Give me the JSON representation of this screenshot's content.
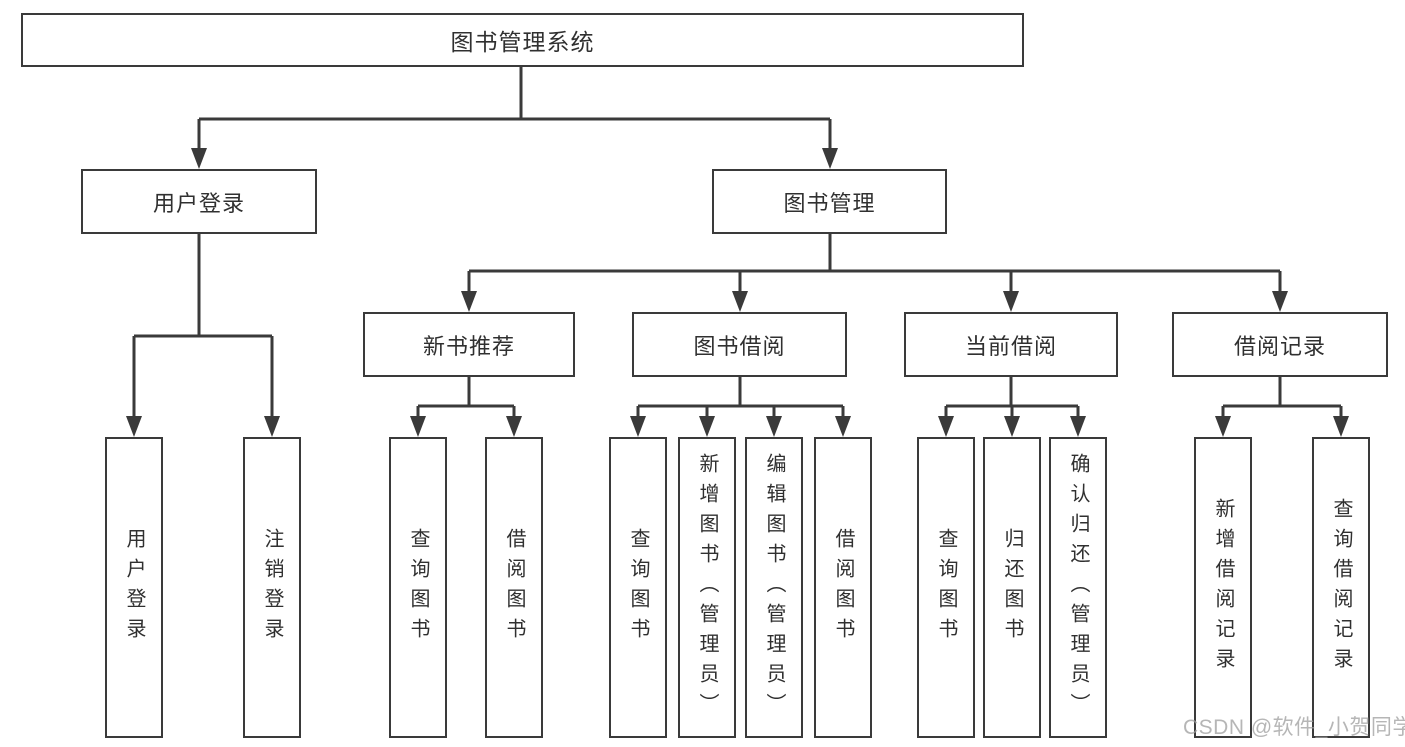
{
  "diagram": {
    "root": {
      "label": "图书管理系统"
    },
    "branches": [
      {
        "label": "用户登录",
        "children": [
          {
            "label": "用户登录"
          },
          {
            "label": "注销登录"
          }
        ]
      },
      {
        "label": "图书管理",
        "sections": [
          {
            "label": "新书推荐",
            "children": [
              {
                "label": "查询图书"
              },
              {
                "label": "借阅图书"
              }
            ]
          },
          {
            "label": "图书借阅",
            "children": [
              {
                "label": "查询图书"
              },
              {
                "label": "新增图书（管理员）"
              },
              {
                "label": "编辑图书（管理员）"
              },
              {
                "label": "借阅图书"
              }
            ]
          },
          {
            "label": "当前借阅",
            "children": [
              {
                "label": "查询图书"
              },
              {
                "label": "归还图书"
              },
              {
                "label": "确认归还（管理员）"
              }
            ]
          },
          {
            "label": "借阅记录",
            "children": [
              {
                "label": "新增借阅记录"
              },
              {
                "label": "查询借阅记录"
              }
            ]
          }
        ]
      }
    ]
  },
  "watermark": {
    "text": "CSDN @软件_小贺同学"
  },
  "colors": {
    "line": "#3a3a3a",
    "text": "#303030",
    "watermark": "#9e9e9e",
    "background": "#ffffff"
  }
}
